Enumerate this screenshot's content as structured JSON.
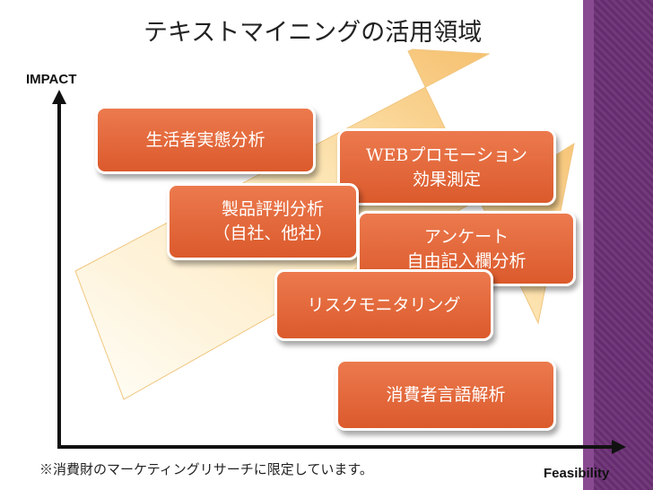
{
  "title": "テキストマイニングの活用領域",
  "axes": {
    "y_label": "IMPACT",
    "x_label": "Feasibility"
  },
  "footnote": "※消費財のマーケティングリサーチに限定しています。",
  "boxes": [
    {
      "lines": [
        "生活者実態分析"
      ]
    },
    {
      "lines": [
        "WEBプロモーション",
        "効果測定"
      ]
    },
    {
      "lines": [
        "製品評判分析",
        "（自社、他社）"
      ]
    },
    {
      "lines": [
        "アンケート",
        "自由記入欄分析"
      ]
    },
    {
      "lines": [
        "リスクモニタリング"
      ]
    },
    {
      "lines": [
        "消費者言語解析"
      ]
    }
  ],
  "colors": {
    "box_fill": "#e3683a",
    "arrow_light": "#fffdf4",
    "arrow_dark": "#f5c06a",
    "right_band": "#6a2f74"
  }
}
